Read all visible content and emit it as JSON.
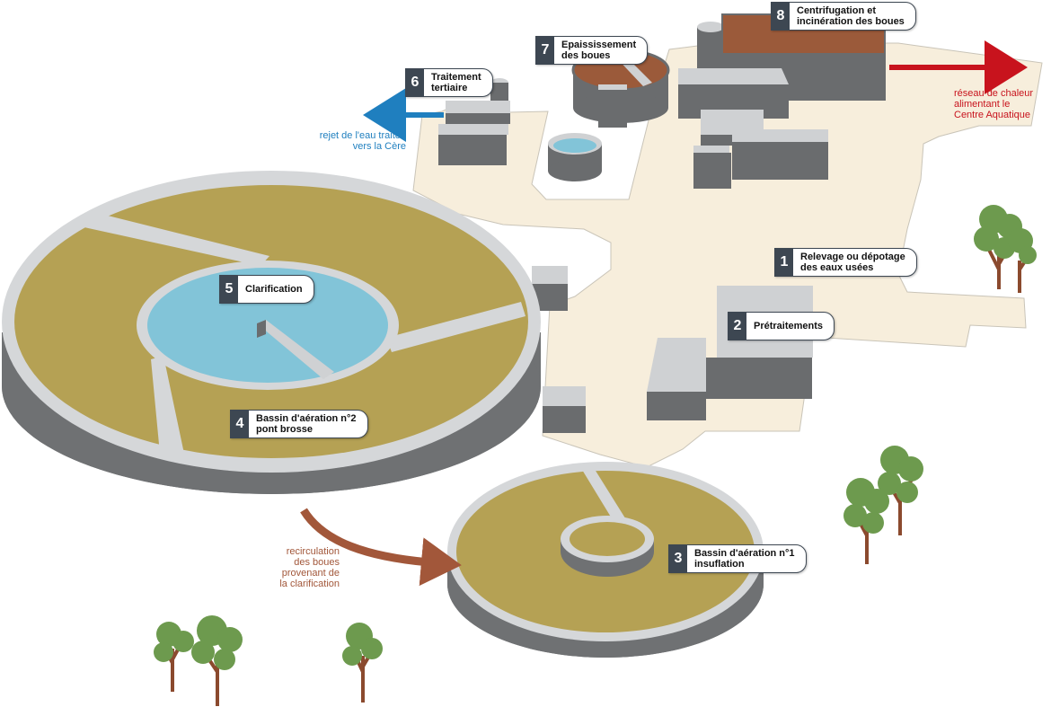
{
  "colors": {
    "ground": "#f7eedc",
    "basin_fill": "#b5a154",
    "basin_wall_top": "#d5d7d9",
    "basin_wall_side": "#6f7173",
    "water": "#82c4d8",
    "building_top": "#cfd1d3",
    "building_side": "#6a6c6e",
    "roof_brown": "#9b5a3a",
    "tree_leaf": "#6d9a4e",
    "tree_trunk": "#8b4a2e",
    "callout_dark": "#3d4752",
    "arrow_blue": "#1f7fbf",
    "arrow_red": "#c8131d",
    "arrow_brown": "#a2573a"
  },
  "steps": [
    {
      "num": "1",
      "label": "Relevage ou dépotage\ndes eaux usées"
    },
    {
      "num": "2",
      "label": "Prétraitements"
    },
    {
      "num": "3",
      "label": "Bassin d'aération n°1\ninsuflation"
    },
    {
      "num": "4",
      "label": "Bassin d'aération n°2\npont brosse"
    },
    {
      "num": "5",
      "label": "Clarification"
    },
    {
      "num": "6",
      "label": "Traitement\ntertiaire"
    },
    {
      "num": "7",
      "label": "Epaississement\ndes boues"
    },
    {
      "num": "8",
      "label": "Centrifugation et\nincinération des boues"
    }
  ],
  "notes": {
    "water_release": "rejet de l'eau traitée\nvers la Cère",
    "heat_network": "réseau de chaleur\nalimentant le\nCentre Aquatique",
    "recirculation": "recirculation\ndes boues\nprovenant de\nla clarification"
  },
  "icons": {
    "trees": "tree-icon",
    "arrows": "flow-arrow-icon"
  }
}
